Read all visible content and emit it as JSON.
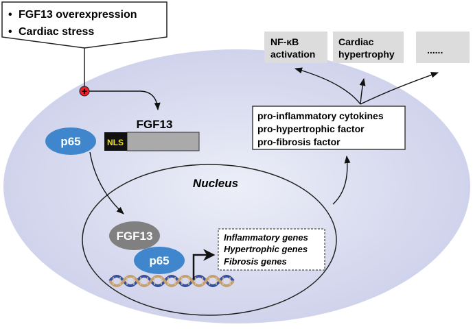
{
  "stimuli": {
    "items": [
      "FGF13 overexpression",
      "Cardiac stress"
    ]
  },
  "activation_symbol": "+",
  "protein": {
    "label": "FGF13",
    "nls_label": "NLS",
    "partner": "p65"
  },
  "nucleus": {
    "label": "Nucleus",
    "complex": {
      "fgf13": "FGF13",
      "p65": "p65"
    },
    "genes": [
      "Inflammatory genes",
      "Hypertrophic genes",
      "Fibrosis genes"
    ]
  },
  "factors": [
    "pro-inflammatory cytokines",
    "pro-hypertrophic factor",
    "pro-fibrosis factor"
  ],
  "outcomes": [
    {
      "line1": "NF-κB",
      "line2": "activation"
    },
    {
      "line1": "Cardiac",
      "line2": "hypertrophy"
    },
    {
      "line1": "......",
      "line2": ""
    }
  ],
  "colors": {
    "cell": "#d8dbef",
    "p65": "#3f86cc",
    "fgf13_complex": "#808080",
    "nls_box": "#111111",
    "nls_text": "#f0e020",
    "fgf13_bar": "#aaaaaa",
    "plus_circle": "#e8202a",
    "outcome_box": "#dcdcdc"
  }
}
